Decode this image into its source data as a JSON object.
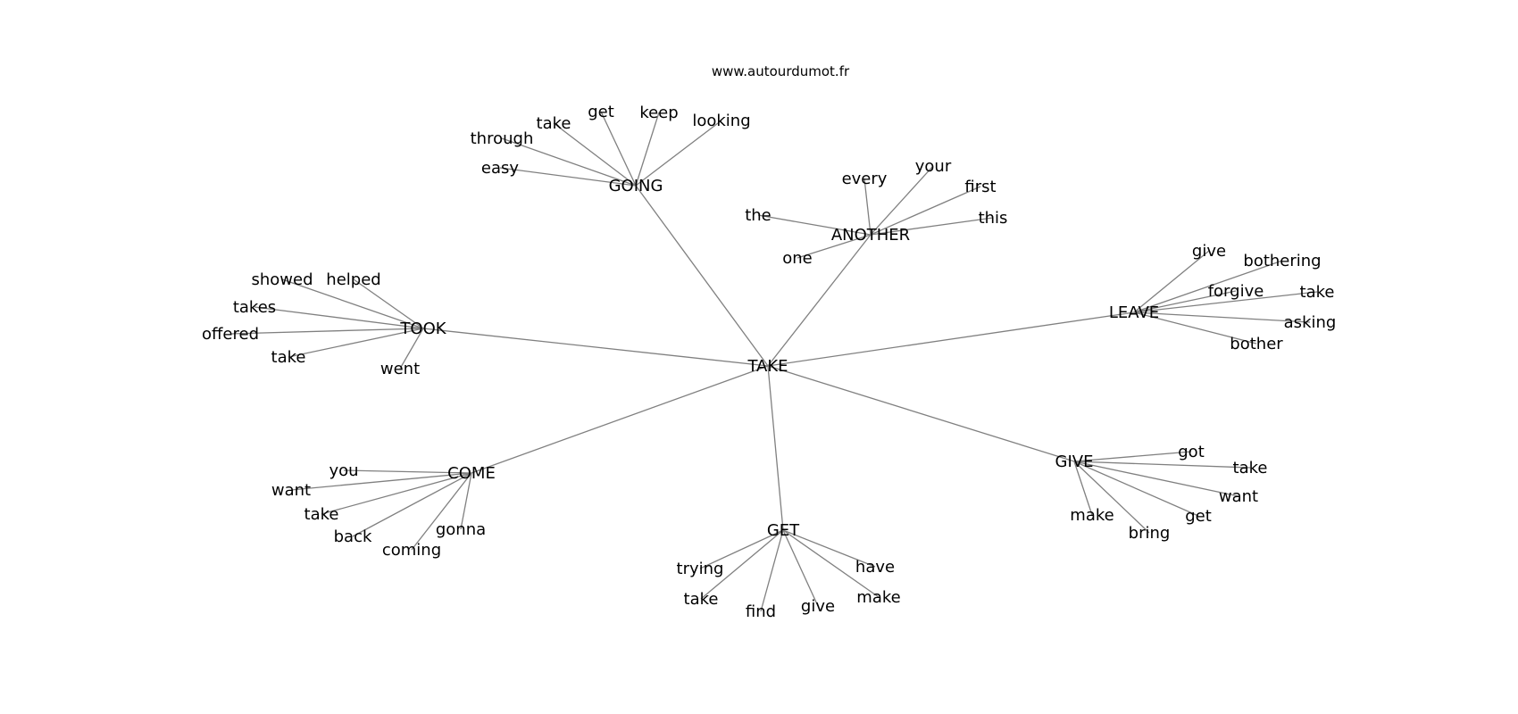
{
  "watermark": "www.autourdumot.fr",
  "root": {
    "label": "TAKE"
  },
  "hubs": [
    {
      "id": "going",
      "label": "GOING",
      "leaves": [
        "easy",
        "through",
        "take",
        "get",
        "keep",
        "looking"
      ]
    },
    {
      "id": "another",
      "label": "ANOTHER",
      "leaves": [
        "the",
        "one",
        "every",
        "your",
        "first",
        "this"
      ]
    },
    {
      "id": "took",
      "label": "TOOK",
      "leaves": [
        "showed",
        "helped",
        "takes",
        "offered",
        "take",
        "went"
      ]
    },
    {
      "id": "leave",
      "label": "LEAVE",
      "leaves": [
        "give",
        "bothering",
        "forgive",
        "take",
        "asking",
        "bother"
      ]
    },
    {
      "id": "come",
      "label": "COME",
      "leaves": [
        "you",
        "want",
        "take",
        "back",
        "coming",
        "gonna"
      ]
    },
    {
      "id": "get",
      "label": "GET",
      "leaves": [
        "trying",
        "take",
        "find",
        "give",
        "make",
        "have"
      ]
    },
    {
      "id": "give",
      "label": "GIVE",
      "leaves": [
        "got",
        "take",
        "want",
        "get",
        "bring",
        "make"
      ]
    }
  ]
}
